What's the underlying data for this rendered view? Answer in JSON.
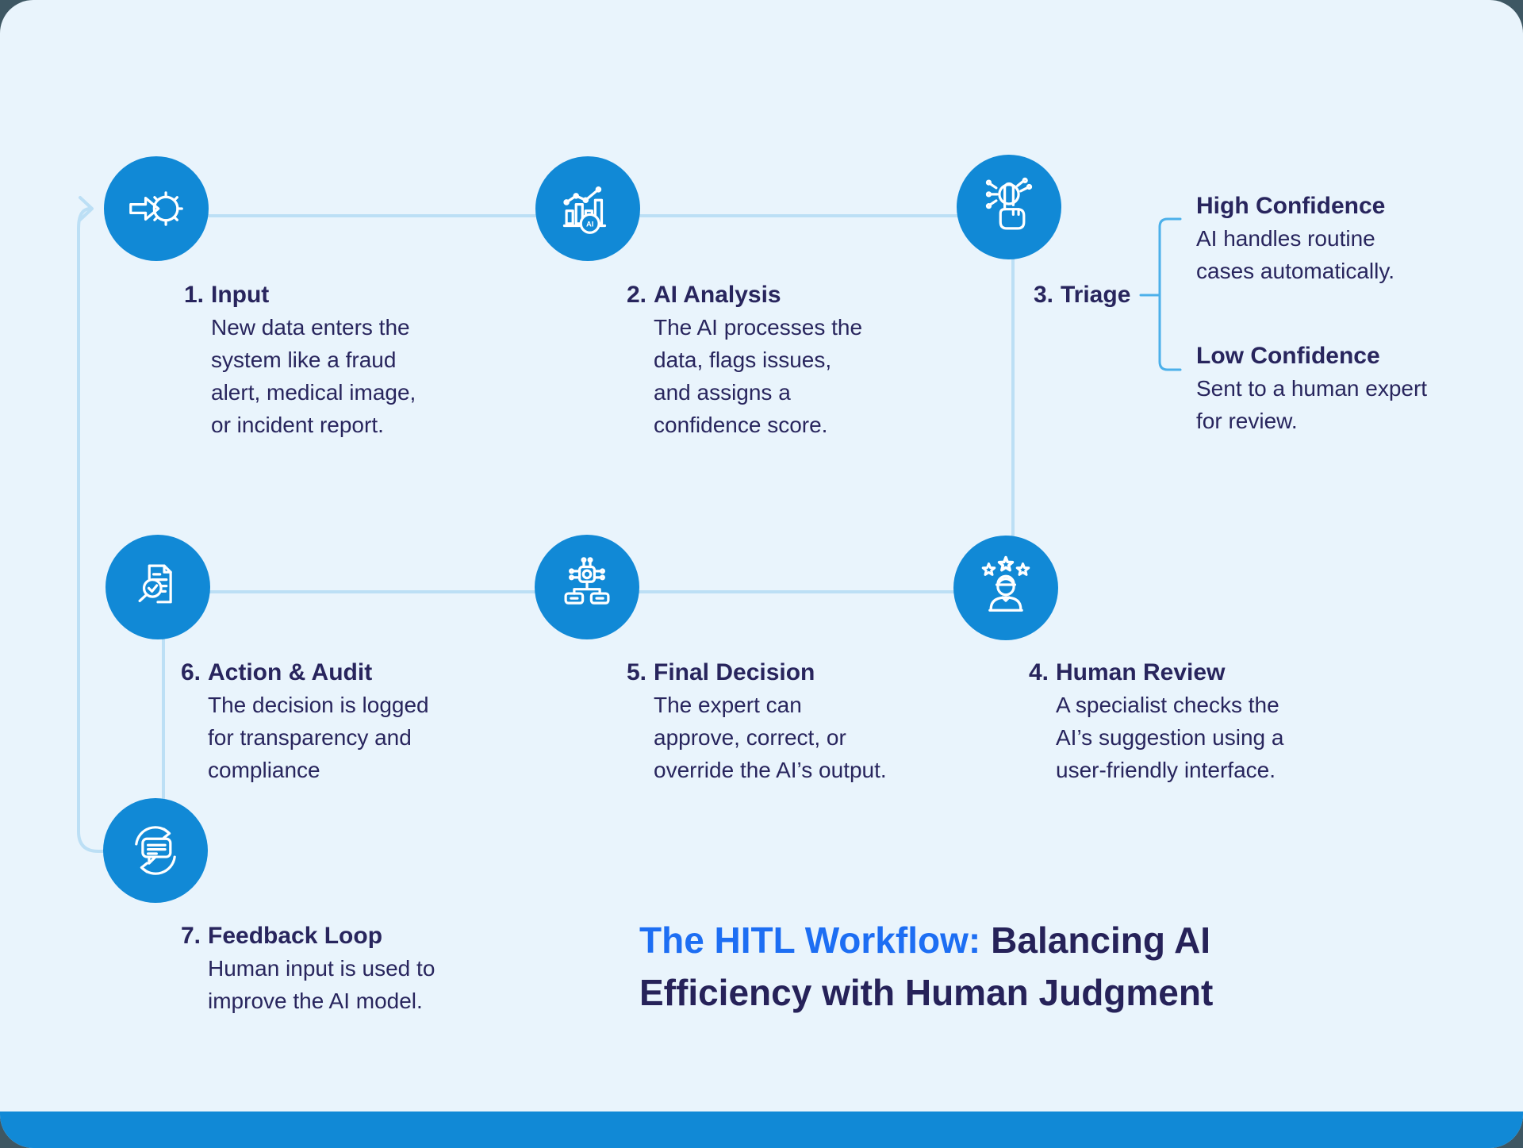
{
  "title": {
    "highlight": "The HITL Workflow:",
    "rest": "Balancing AI Efficiency with Human Judgment"
  },
  "steps": [
    {
      "number": "1.",
      "heading": "Input",
      "body": "New data enters the\nsystem like a fraud\nalert, medical image,\nor incident report.",
      "icon": "input-arrow-gear-icon"
    },
    {
      "number": "2.",
      "heading": "AI Analysis",
      "body": "The AI processes the\ndata, flags issues,\nand assigns a\nconfidence score.",
      "icon": "ai-chart-icon"
    },
    {
      "number": "3.",
      "heading": "Triage",
      "body": "",
      "icon": "tap-select-icon"
    },
    {
      "number": "4.",
      "heading": "Human Review",
      "body": "A specialist checks the\nAI’s suggestion using a\nuser-friendly interface.",
      "icon": "person-stars-icon"
    },
    {
      "number": "5.",
      "heading": "Final Decision",
      "body": "The expert can\napprove, correct, or\noverride the AI’s output.",
      "icon": "decision-branch-icon"
    },
    {
      "number": "6.",
      "heading": "Action & Audit",
      "body": "The decision is logged\nfor transparency and\ncompliance",
      "icon": "audit-document-icon"
    },
    {
      "number": "7.",
      "heading": "Feedback Loop",
      "body": "Human input is used to\nimprove the AI model.",
      "icon": "feedback-chat-icon"
    }
  ],
  "triage_branches": [
    {
      "heading": "High Confidence",
      "body": "AI handles routine\ncases automatically."
    },
    {
      "heading": "Low Confidence",
      "body": "Sent to a human expert\nfor review."
    }
  ],
  "colors": {
    "outer_background": "#3e5763",
    "card_background": "#e9f4fc",
    "circle_fill": "#1189d6",
    "connector_pale": "#bcdff5",
    "connector_bright": "#4cb0ea",
    "text_navy": "#28255d",
    "title_blue": "#1d6ef3",
    "footer_band": "#1189d6"
  }
}
